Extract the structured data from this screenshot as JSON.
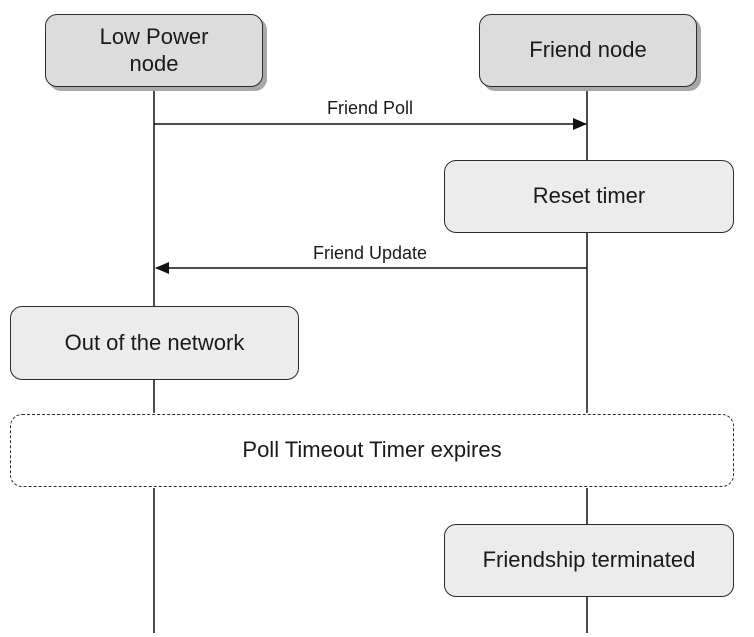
{
  "participants": {
    "low_power": "Low Power node",
    "friend": "Friend node"
  },
  "messages": {
    "friend_poll": "Friend Poll",
    "friend_update": "Friend Update"
  },
  "actions": {
    "reset_timer": "Reset timer",
    "out_of_network": "Out of the network",
    "friendship_terminated": "Friendship terminated"
  },
  "notes": {
    "poll_timeout": "Poll Timeout Timer expires"
  }
}
